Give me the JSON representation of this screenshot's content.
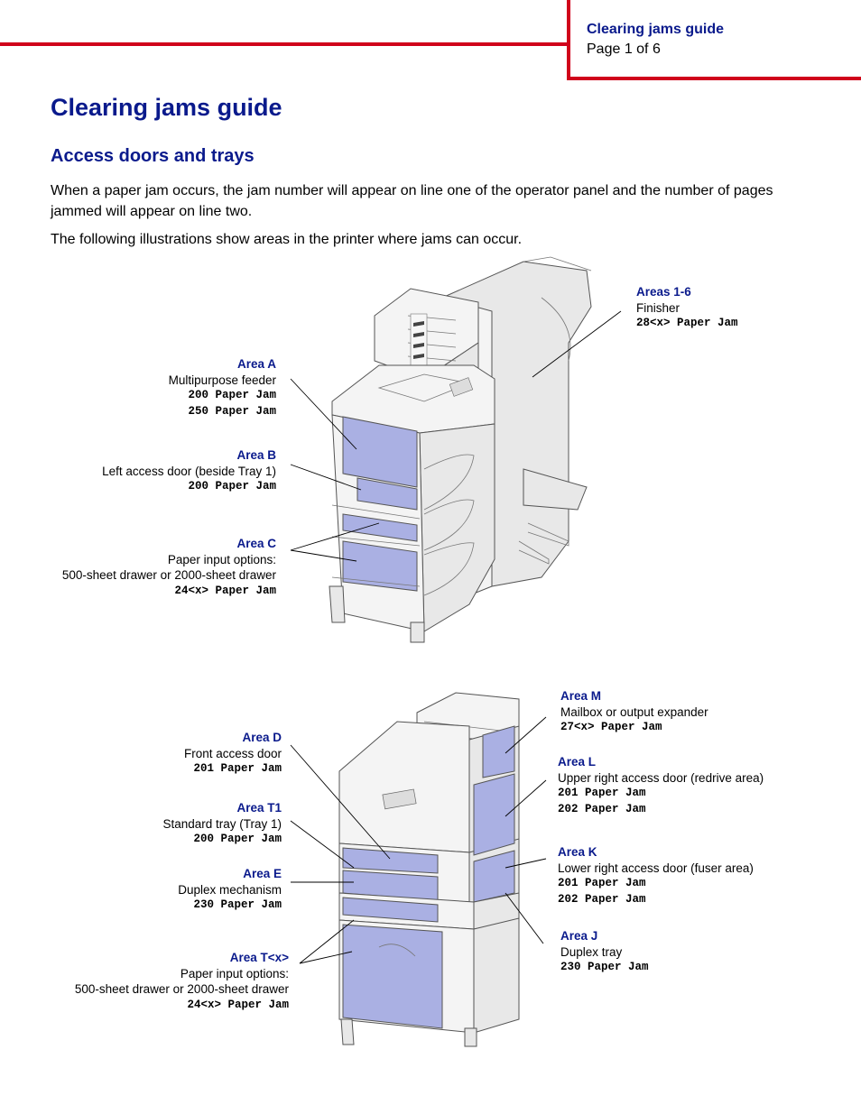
{
  "header": {
    "title": "Clearing jams guide",
    "page": "Page 1 of 6"
  },
  "title": "Clearing jams guide",
  "section_heading": "Access doors and trays",
  "paragraphs": [
    "When a paper jam occurs, the jam number will appear on line one of the operator panel and the number of pages jammed will appear on line two.",
    "The following illustrations show areas in the printer where jams can occur."
  ],
  "colors": {
    "brand_blue": "#0a1a8c",
    "accent_red": "#d0021b",
    "door_fill": "#aab0e3"
  },
  "figure1": {
    "area_a": {
      "name": "Area A",
      "desc": "Multipurpose feeder",
      "codes": [
        "200 Paper Jam",
        "250 Paper Jam"
      ]
    },
    "area_b": {
      "name": "Area B",
      "desc": "Left access door (beside Tray 1)",
      "codes": [
        "200 Paper Jam"
      ]
    },
    "area_c": {
      "name": "Area C",
      "desc": [
        "Paper input options:",
        "500-sheet drawer or 2000-sheet drawer"
      ],
      "codes": [
        "24<x> Paper Jam"
      ]
    },
    "areas_1_6": {
      "name": "Areas 1-6",
      "desc": "Finisher",
      "codes": [
        "28<x> Paper Jam"
      ]
    }
  },
  "figure2": {
    "area_d": {
      "name": "Area D",
      "desc": "Front access door",
      "codes": [
        "201 Paper Jam"
      ]
    },
    "area_t1": {
      "name": "Area T1",
      "desc": "Standard tray (Tray 1)",
      "codes": [
        "200 Paper Jam"
      ]
    },
    "area_e": {
      "name": "Area E",
      "desc": "Duplex mechanism",
      "codes": [
        "230 Paper Jam"
      ]
    },
    "area_tx": {
      "name": "Area T<x>",
      "desc": [
        "Paper input options:",
        "500-sheet drawer or 2000-sheet drawer"
      ],
      "codes": [
        "24<x> Paper Jam"
      ]
    },
    "area_m": {
      "name": "Area M",
      "desc": "Mailbox or output expander",
      "codes": [
        "27<x> Paper Jam"
      ]
    },
    "area_l": {
      "name": "Area L",
      "desc": "Upper right access door (redrive area)",
      "codes": [
        "201 Paper Jam",
        "202 Paper Jam"
      ]
    },
    "area_k": {
      "name": "Area K",
      "desc": "Lower right access door (fuser area)",
      "codes": [
        "201 Paper Jam",
        "202 Paper Jam"
      ]
    },
    "area_j": {
      "name": "Area J",
      "desc": "Duplex tray",
      "codes": [
        "230 Paper Jam"
      ]
    }
  }
}
